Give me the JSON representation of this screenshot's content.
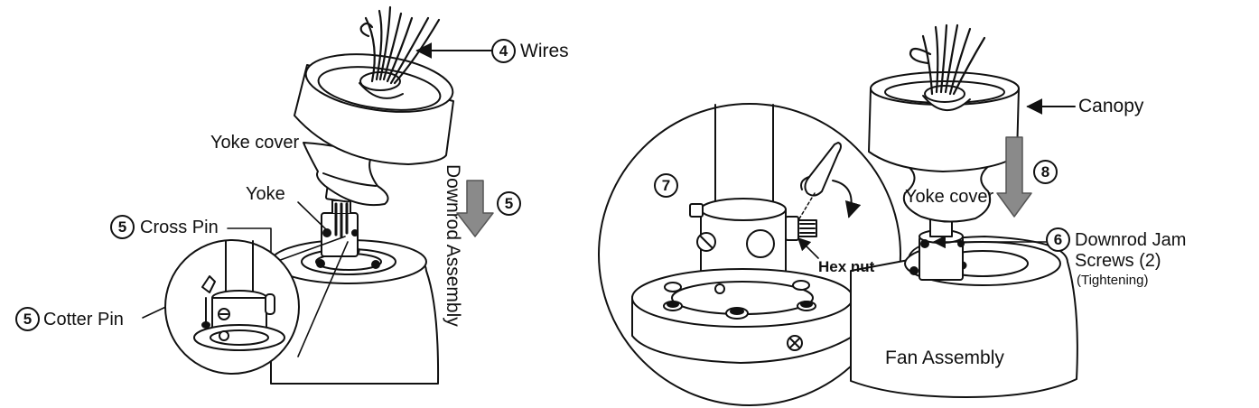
{
  "left": {
    "wires": {
      "step": "4",
      "label": "Wires"
    },
    "yoke_cover": "Yoke cover",
    "yoke": "Yoke",
    "cross_pin": {
      "step": "5",
      "label": "Cross Pin"
    },
    "cotter_pin": {
      "step": "5",
      "label": "Cotter Pin"
    },
    "downrod_assembly": {
      "step": "5",
      "label": "Downrod Assembly"
    }
  },
  "detail": {
    "step": "7",
    "hex_nut": "Hex nut"
  },
  "right": {
    "canopy": "Canopy",
    "step_8": "8",
    "yoke_cover": "Yoke cover",
    "jam_screws": {
      "step": "6",
      "line1": "Downrod Jam",
      "line2": "Screws (2)",
      "note": "(Tightening)"
    },
    "fan_assembly": "Fan Assembly"
  },
  "colors": {
    "ink": "#111111",
    "arrow_fill": "#8a8a8a",
    "paper": "#ffffff"
  }
}
